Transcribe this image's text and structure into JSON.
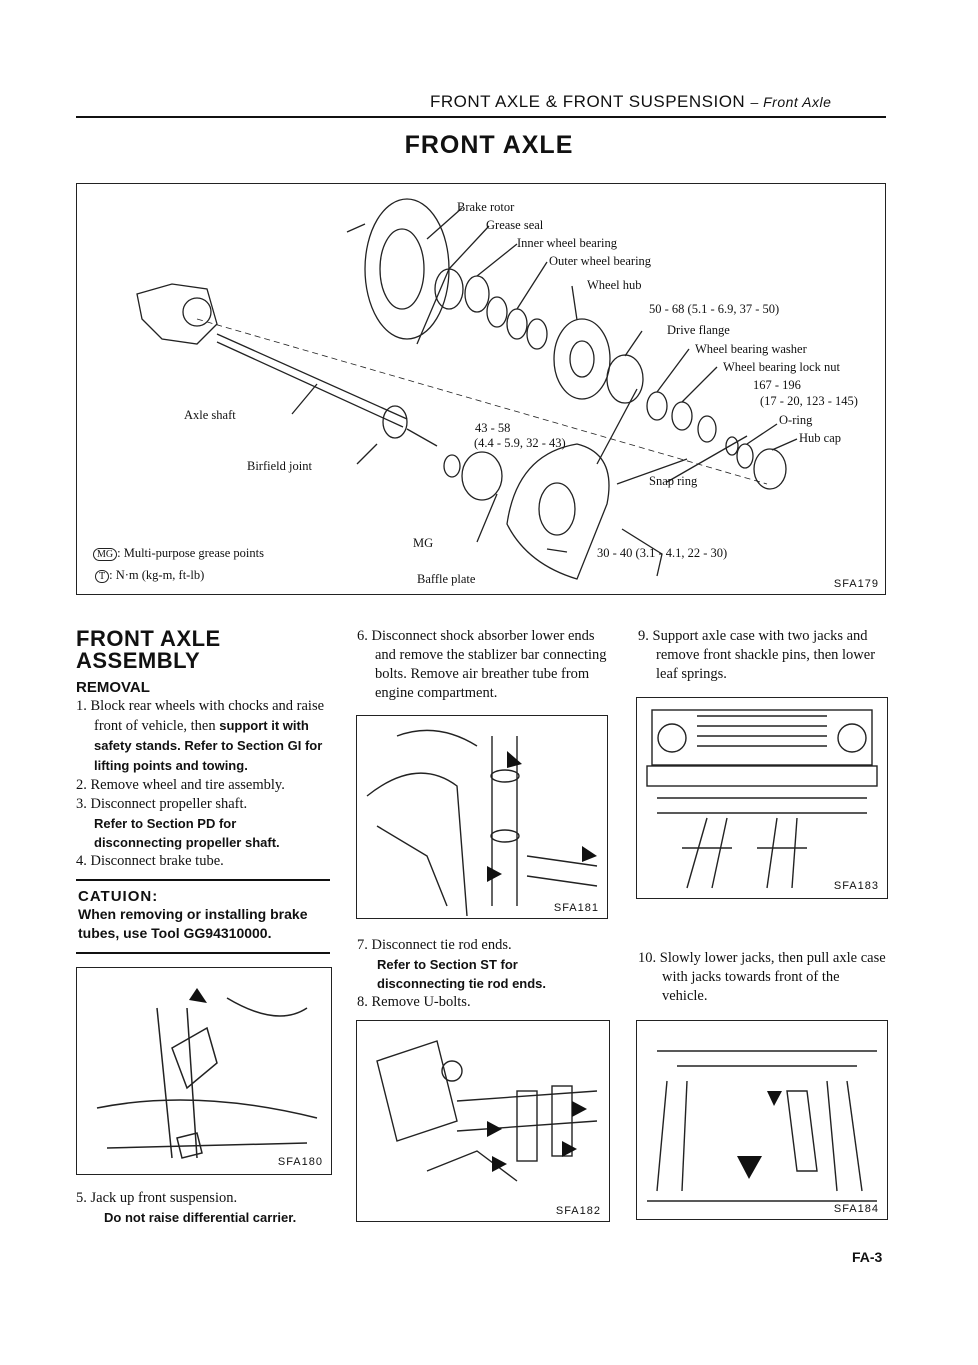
{
  "header": {
    "section": "FRONT AXLE & FRONT SUSPENSION",
    "subsection": "– Front Axle"
  },
  "title": "FRONT AXLE",
  "main_figure": {
    "code": "SFA179",
    "labels": {
      "brake_rotor": "Brake rotor",
      "grease_seal": "Grease seal",
      "inner_bearing": "Inner wheel bearing",
      "outer_bearing": "Outer wheel bearing",
      "wheel_hub": "Wheel hub",
      "torque_50": "50 - 68 (5.1 - 6.9, 37 - 50)",
      "drive_flange": "Drive flange",
      "bearing_washer": "Wheel bearing washer",
      "lock_nut": "Wheel bearing lock nut",
      "torque_167a": "167 - 196",
      "torque_167b": "(17 - 20, 123 - 145)",
      "o_ring": "O-ring",
      "hub_cap": "Hub cap",
      "axle_shaft": "Axle shaft",
      "torque_43a": "43 - 58",
      "torque_43b": "(4.4 - 5.9, 32 - 43)",
      "birfield": "Birfield joint",
      "snap_ring": "Snap ring",
      "mg_mark": "MG",
      "torque_30": "30 - 40 (3.1 - 4.1, 22 - 30)",
      "baffle_plate": "Baffle plate",
      "legend_mg": ": Multi-purpose grease points",
      "legend_t": ": N·m (kg-m, ft-lb)",
      "t_symbol": "T"
    }
  },
  "section": {
    "heading_line1": "FRONT AXLE",
    "heading_line2": "ASSEMBLY",
    "subheading": "REMOVAL"
  },
  "steps": {
    "s1_a": "1.  Block rear wheels with chocks and raise front of vehicle, then",
    "s1_b": "support it with safety stands. Refer to Section GI for lifting points and towing.",
    "s2": "2.  Remove wheel and tire assembly.",
    "s3": "3.  Disconnect propeller shaft.",
    "s3_note": "Refer to Section PD for disconnecting propeller shaft.",
    "s4": "4.  Disconnect brake tube.",
    "caution_title": "CATUION:",
    "caution_text": "When removing or installing brake tubes, use Tool GG94310000.",
    "s5": "5.  Jack up front suspension.",
    "s5_note": "Do not raise differential carrier.",
    "s6": "6.  Disconnect shock absorber lower ends and remove the stablizer bar connecting bolts. Remove air breather tube from engine compartment.",
    "s7": "7.  Disconnect tie rod ends.",
    "s7_note": "Refer to Section ST for disconnecting tie rod ends.",
    "s8": "8.  Remove U-bolts.",
    "s9": "9.  Support axle case with two jacks and remove front shackle pins, then lower leaf springs.",
    "s10": "10. Slowly lower jacks, then pull axle case with jacks towards front of the vehicle."
  },
  "figures": {
    "f180": "SFA180",
    "f181": "SFA181",
    "f182": "SFA182",
    "f183": "SFA183",
    "f184": "SFA184"
  },
  "page_number": "FA-3"
}
